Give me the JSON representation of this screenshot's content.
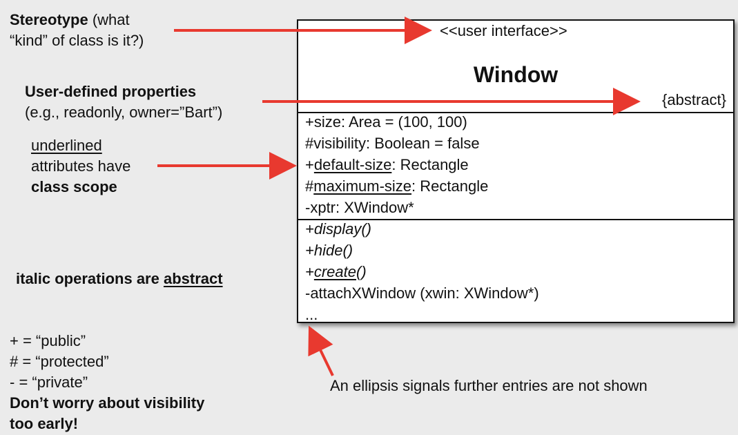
{
  "annotations": {
    "stereotype": {
      "bold": "Stereotype",
      "rest1": " (what",
      "line2": "“kind” of class is it?)"
    },
    "user_props": {
      "bold": "User-defined properties",
      "line2": "(e.g., readonly, owner=”Bart”)"
    },
    "underlined": {
      "line1": "underlined",
      "line2": "attributes have",
      "line3": "class scope"
    },
    "italic": {
      "pre": "italic operations are ",
      "u": "abstract"
    },
    "visibility": {
      "line1": "+ = “public”",
      "line2": "# = “protected”",
      "line3": "- = “private”",
      "line4": "Don’t worry about visibility",
      "line5": "too early!"
    },
    "ellipsis_note": "An ellipsis signals further entries are not shown"
  },
  "uml": {
    "stereotype": "<<user interface>>",
    "name": "Window",
    "property": "{abstract}",
    "attributes": [
      {
        "vis": "+",
        "name": "size",
        "type": ": Area = (100, 100)"
      },
      {
        "vis": "#",
        "name": "visibility",
        "type": ": Boolean = false"
      },
      {
        "vis": "+",
        "name": "default-size",
        "type": ": Rectangle"
      },
      {
        "vis": "#",
        "name": "maximum-size",
        "type": ": Rectangle"
      },
      {
        "vis": "-",
        "name": "xptr",
        "type": ": XWindow*"
      }
    ],
    "operations": [
      "+display()",
      "+hide()",
      {
        "vis": "+",
        "name": "create",
        "paren": "()"
      },
      "-attachXWindow (xwin: XWindow*)",
      "..."
    ]
  },
  "colors": {
    "arrow": "#e8392f",
    "background": "#ebebeb"
  }
}
